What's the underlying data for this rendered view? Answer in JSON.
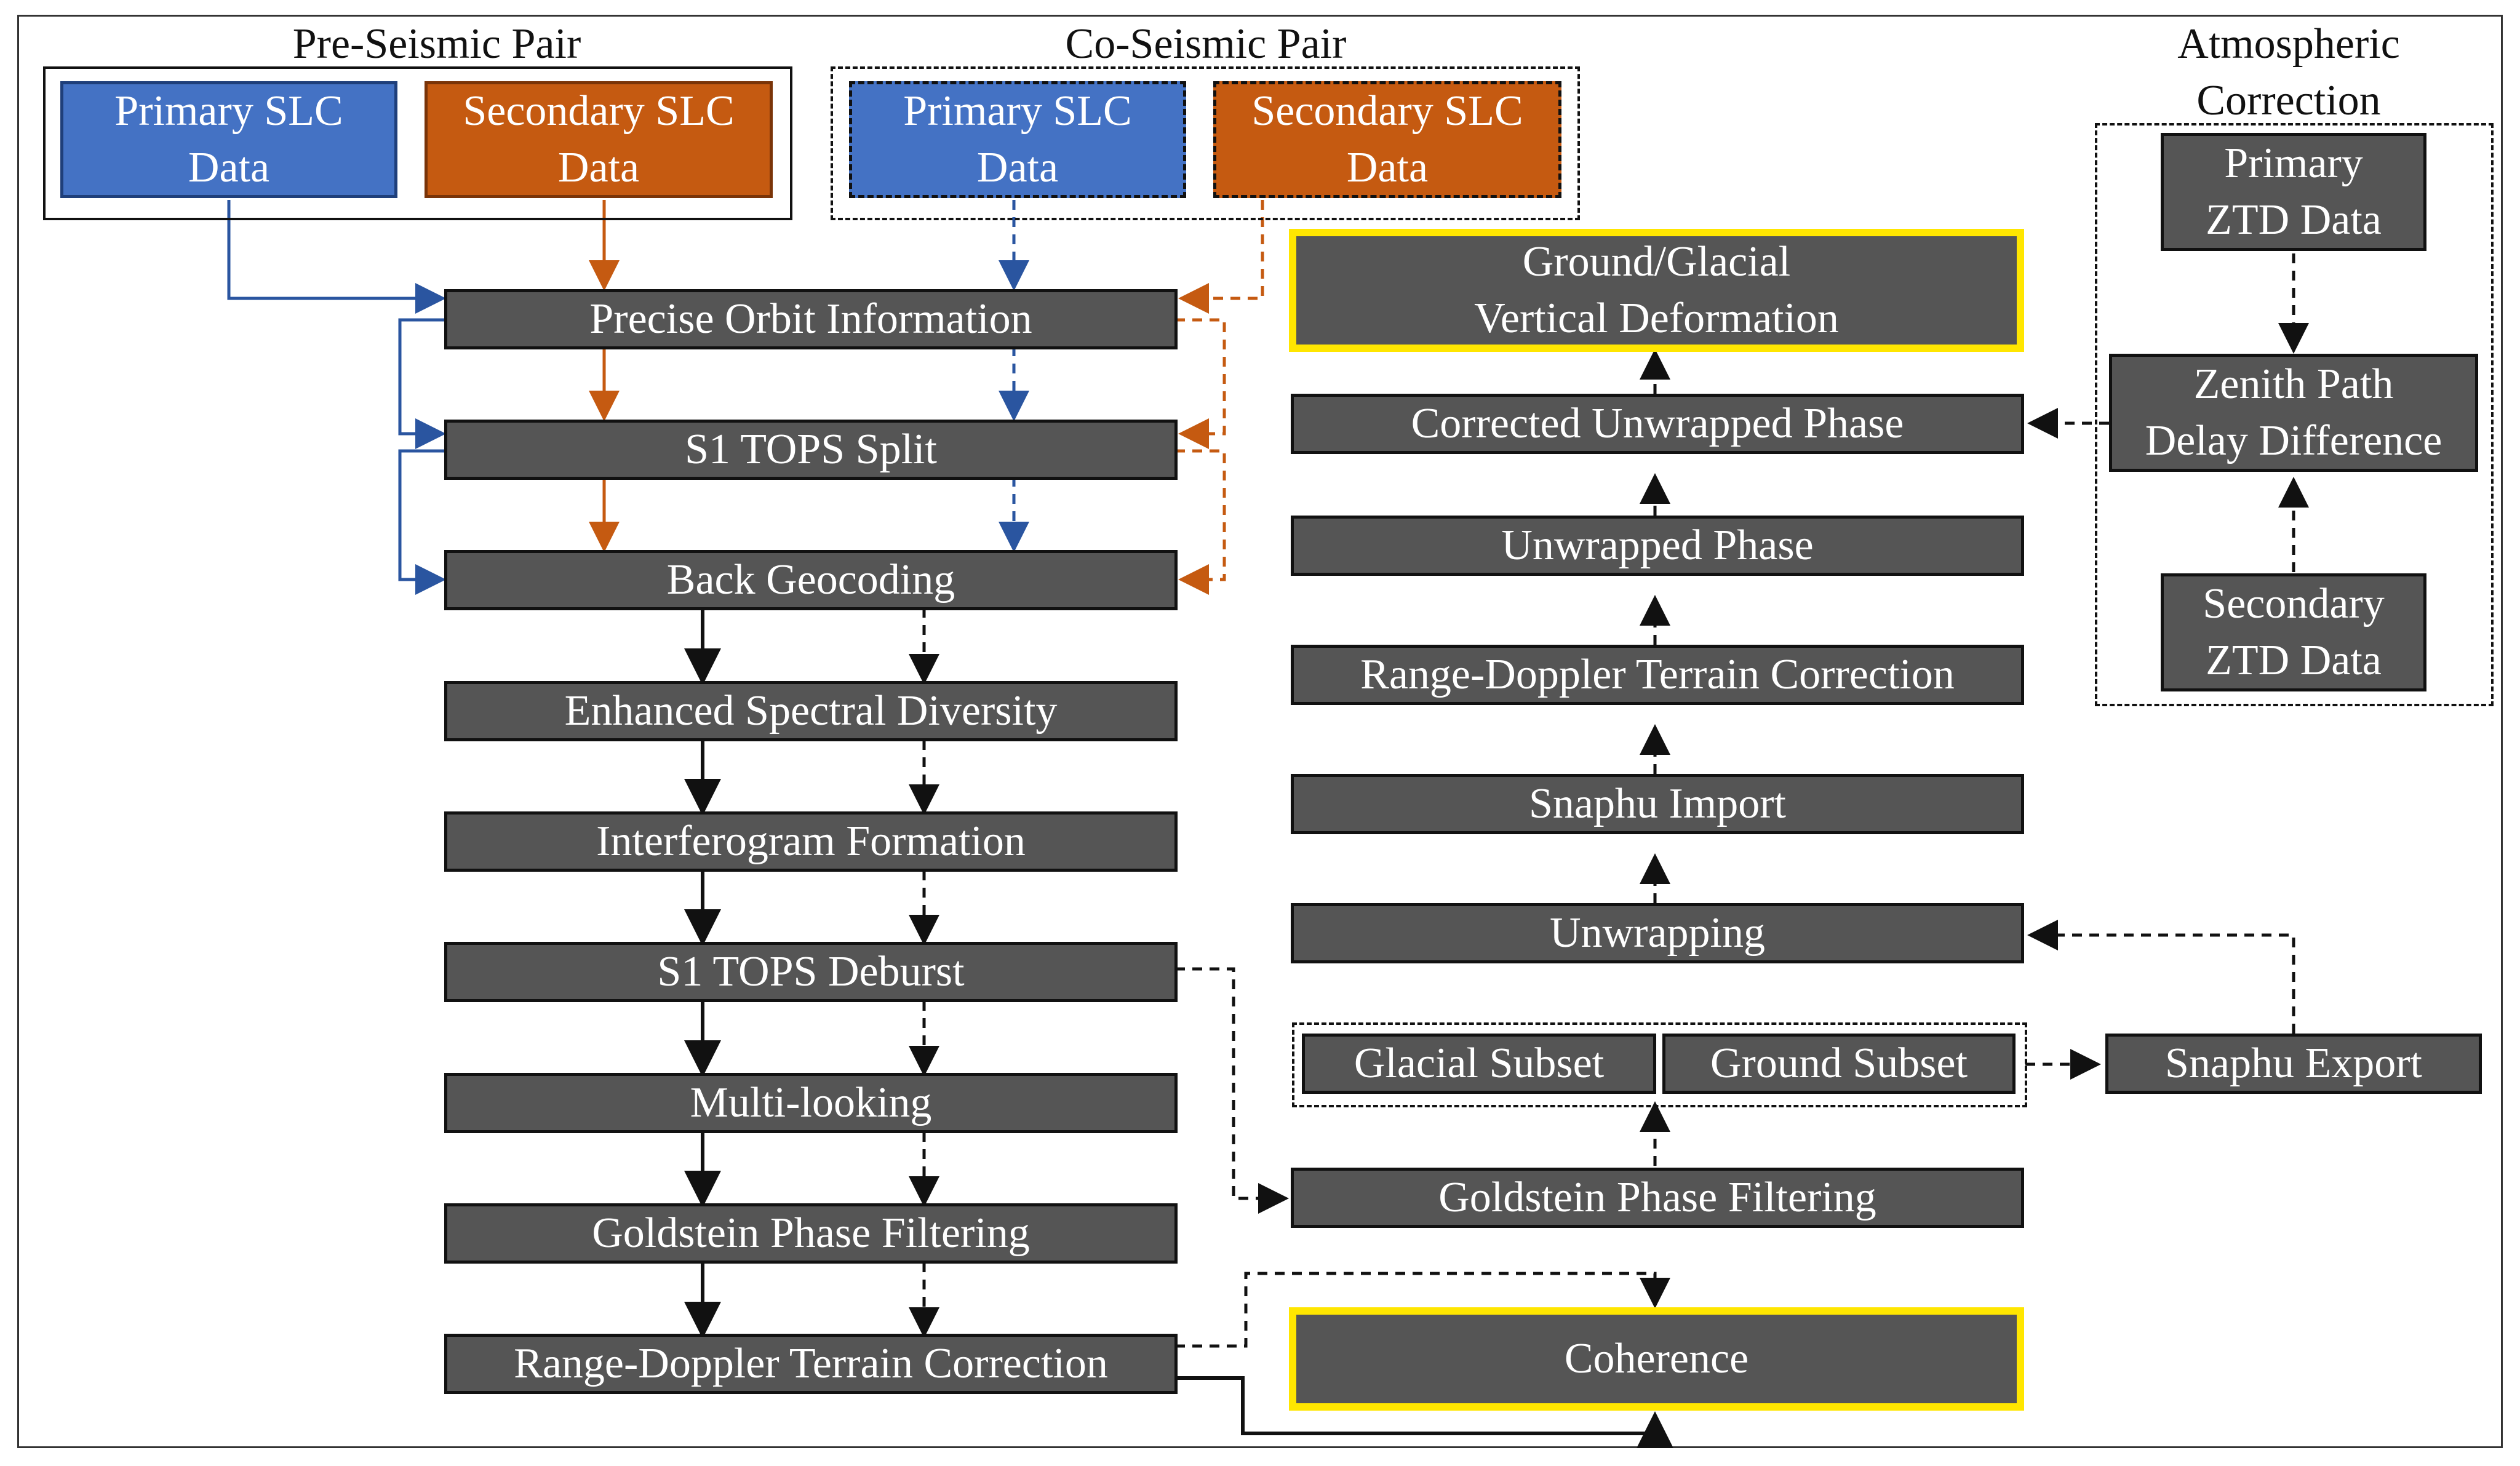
{
  "groups": {
    "pre_seismic": "Pre-Seismic Pair",
    "co_seismic": "Co-Seismic Pair",
    "atmospheric": "Atmospheric\nCorrection"
  },
  "pre_primary": "Primary SLC\nData",
  "pre_secondary": "Secondary SLC\nData",
  "co_primary": "Primary SLC\nData",
  "co_secondary": "Secondary SLC\nData",
  "left_chain": [
    "Precise Orbit Information",
    "S1 TOPS Split",
    "Back Geocoding",
    "Enhanced Spectral Diversity",
    "Interferogram Formation",
    "S1 TOPS Deburst",
    "Multi-looking",
    "Goldstein Phase Filtering",
    "Range-Doppler Terrain Correction"
  ],
  "right_chain": {
    "output_deformation": "Ground/Glacial\nVertical Deformation",
    "corrected": "Corrected Unwrapped Phase",
    "unwrapped": "Unwrapped Phase",
    "rd_terrain": "Range-Doppler Terrain Correction",
    "snaphu_import": "Snaphu Import",
    "unwrapping": "Unwrapping",
    "glacial_subset": "Glacial Subset",
    "ground_subset": "Ground Subset",
    "snaphu_export": "Snaphu Export",
    "goldstein": "Goldstein Phase Filtering",
    "coherence": "Coherence"
  },
  "atmosphere": {
    "primary_ztd": "Primary\nZTD Data",
    "zenith": "Zenith Path\nDelay Difference",
    "secondary_ztd": "Secondary\nZTD Data"
  },
  "colors": {
    "primary": "#4472c4",
    "secondary": "#c55a11",
    "step": "#555555",
    "highlight": "#ffe600"
  }
}
